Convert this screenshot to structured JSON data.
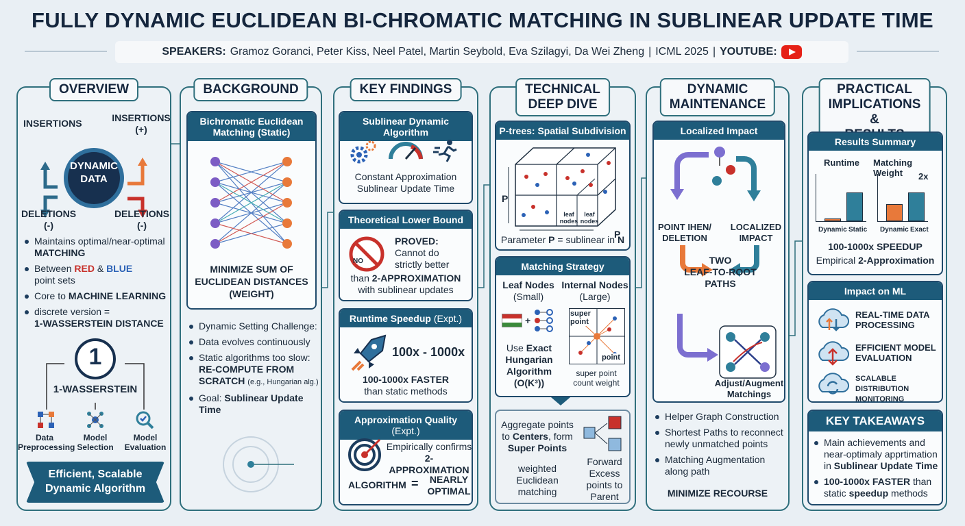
{
  "title": "FULLY DYNAMIC EUCLIDEAN BI-CHROMATIC MATCHING IN SUBLINEAR UPDATE TIME",
  "header": {
    "speakers_label": "SPEAKERS:",
    "speakers": "Gramoz Goranci, Peter Kiss, Neel Patel, Martin Seybold, Eva Szilagyi, Da Wei Zheng",
    "sep1": "|",
    "venue": "ICML 2025",
    "sep2": "|",
    "youtube_label": "YOUTUBE:"
  },
  "overview": {
    "title": "OVERVIEW",
    "insertions_left": "INSERTIONS",
    "insertions_right": "INSERTIONS\n(+)",
    "center": "DYNAMIC\nDATA",
    "deletions_left": "DELETIONS\n(-)",
    "deletions_right": "DELETIONS\n(-)",
    "b1_a": "Maintains optimal/near-optimal",
    "b1_b": "MATCHING",
    "b2_a": "Between",
    "b2_red": "RED",
    "b2_amp": "&",
    "b2_blue": "BLUE",
    "b2_b": "point sets",
    "b3_a": "Core to",
    "b3_b": "MACHINE LEARNING",
    "b4_a": "discrete version =",
    "b4_b": "1-WASSERSTEIN DISTANCE",
    "badge": "1",
    "wasserstein": "1-WASSERSTEIN",
    "app1": "Data\nPreprocessing",
    "app2": "Model\nSelection",
    "app3": "Model\nEvaluation",
    "banner": "Efficient, Scalable\nDynamic Algorithm"
  },
  "background": {
    "title": "BACKGROUND",
    "card_title": "Bichromatic Euclidean\nMatching (Static)",
    "card_caption": "MINIMIZE SUM OF\nEUCLIDEAN DISTANCES\n(WEIGHT)",
    "b1": "Dynamic Setting Challenge:",
    "b2": "Data evolves continuously",
    "b3_a": "Static algorithms too slow:",
    "b3_b": "RE-COMPUTE FROM SCRATCH",
    "b3_c": "(e.g., Hungarian alg.)",
    "b4_a": "Goal:",
    "b4_b": "Sublinear Update Time"
  },
  "findings": {
    "title": "KEY FINDINGS",
    "c1_title": "Sublinear Dynamic Algorithm",
    "c1_text": "Constant Approximation\nSublinear Update Time",
    "c2_title": "Theoretical Lower Bound",
    "c2_no": "NO",
    "c2_proved": "PROVED:",
    "c2_text1": "Cannot do\nstrictly better",
    "c2_text2a": "than",
    "c2_text2b": "2-APPROXIMATION",
    "c2_text3": "with sublinear updates",
    "c3_title": "Runtime Speedup",
    "c3_tag": "(Expt.)",
    "c3_big": "100x - 1000x",
    "c3_text_a": "100-1000x FASTER",
    "c3_text_b": "than static methods",
    "c4_title": "Approximation Quality",
    "c4_tag": "(Expt.)",
    "c4_text_a": "Empirically confirms",
    "c4_text_b": "2-APPROXIMATION",
    "c4_alg": "ALGORITHM",
    "c4_eq": "=",
    "c4_nearly": "NEARLY\nOPTIMAL"
  },
  "technical": {
    "title": "TECHNICAL\nDEEP DIVE",
    "c1_title": "P-trees: Spatial Subdivision",
    "p_left": "P",
    "p_right": "P",
    "leaf1": "leaf\nnodes",
    "leaf2": "leaf\nnodes",
    "param_a": "Parameter",
    "param_p": "P",
    "param_b": "= sublinear in",
    "param_n": "N",
    "c2_title": "Matching Strategy",
    "leaf_head": "Leaf Nodes\n(Small)",
    "internal_head": "Internal Nodes\n(Large)",
    "use_a": "Use",
    "use_b": "Exact\nHungarian\nAlgorithm",
    "use_c": "(O(K³))",
    "super_point": "super\npoint",
    "point": "point",
    "super_caption": "super point\ncount weight",
    "agg_a": "Aggregate points\nto",
    "agg_b": "Centers",
    "agg_c": ", form",
    "agg_d": "Super Points",
    "weighted": "weighted\nEuclidean\nmatching",
    "forward": "Forward\nExcess\npoints to\nParent"
  },
  "dynamic": {
    "title": "DYNAMIC\nMAINTENANCE",
    "c1_title": "Localized Impact",
    "label_left": "POINT IHEN/\nDELETION",
    "label_right": "LOCALIZED\nIMPACT",
    "two_paths": "TWO\nLEAF-TO-ROOT\nPATHS",
    "adjust": "Adjust/Augment\nMatchings",
    "b1": "Helper Graph Construction",
    "b2": "Shortest Paths to reconnect\nnewly unmatched points",
    "b3": "Matching Augmentation\nalong path",
    "minimize": "MINIMIZE RECOURSE"
  },
  "practical": {
    "title": "PRACTICAL\nIMPLICATIONS &\nRESULTS",
    "rs_title": "Results Summary",
    "runtime": "Runtime",
    "matching_weight": "Matching Weight",
    "twox": "2x",
    "dyn1": "Dynamic",
    "static": "Static",
    "dyn2": "Dynamic",
    "exact": "Exact",
    "speedup": "100-1000x SPEEDUP",
    "emp_a": "Empirical",
    "emp_b": "2-Approximation",
    "ml_title": "Impact on ML",
    "ml1": "REAL-TIME DATA\nPROCESSING",
    "ml2": "EFFICIENT MODEL\nEVALUATION",
    "ml3": "SCALABLE DISTRIBUTION\nMONITORING",
    "kt_title": "KEY TAKEAWAYS",
    "kt1_a": "Main achievements and\nnear-optimaly apprtimation\nin",
    "kt1_b": "Sublinear Update Time",
    "kt2_a": "100-1000x FASTER",
    "kt2_b": "than\nstatic",
    "kt2_c": "speedup",
    "kt2_d": "methods"
  },
  "chart_data": [
    {
      "type": "bar",
      "title": "Runtime",
      "categories": [
        "Dynamic",
        "Static"
      ],
      "values": [
        0.06,
        0.6
      ],
      "ylim": [
        0,
        1
      ]
    },
    {
      "type": "bar",
      "title": "Matching Weight",
      "categories": [
        "Dynamic",
        "Exact"
      ],
      "values": [
        0.35,
        0.6
      ],
      "ylim": [
        0,
        1
      ]
    }
  ],
  "colors": {
    "navy": "#1d5b7a",
    "red": "#c8312b",
    "blue": "#2c62b6",
    "orange": "#e8793a",
    "teal": "#2f7f9a",
    "accent": "#1a4466"
  }
}
